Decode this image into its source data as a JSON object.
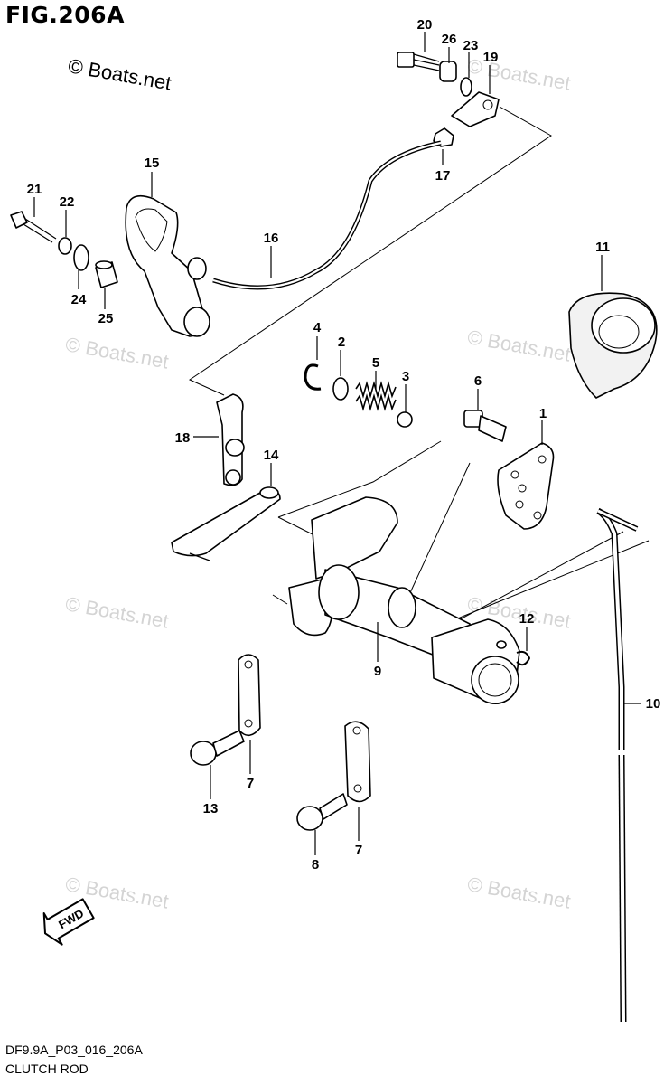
{
  "figure": {
    "title": "FIG.206A",
    "copyright": "© Boats.net",
    "watermark": "© Boats.net",
    "footer_code": "DF9.9A_P03_016_206A",
    "footer_name": "CLUTCH ROD"
  },
  "direction_badge": {
    "label": "FWD"
  },
  "callouts": [
    "20",
    "26",
    "23",
    "19",
    "17",
    "15",
    "21",
    "22",
    "24",
    "25",
    "16",
    "11",
    "4",
    "2",
    "5",
    "3",
    "6",
    "1",
    "18",
    "14",
    "12",
    "9",
    "10",
    "7",
    "13",
    "8",
    "7"
  ],
  "colors": {
    "ink": "#000000",
    "watermark": "#d4d4d4",
    "background": "#ffffff"
  }
}
